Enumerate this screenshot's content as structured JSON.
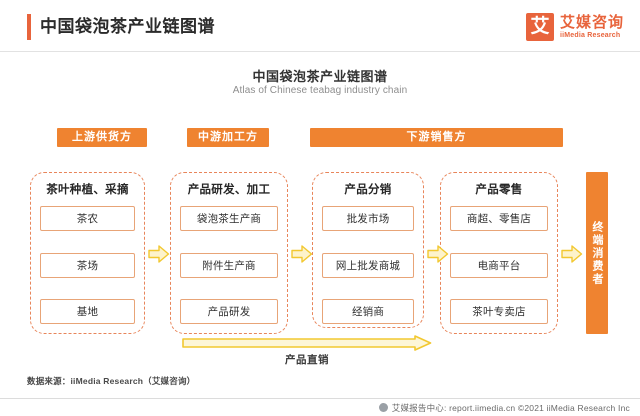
{
  "header": {
    "title": "中国袋泡茶产业链图谱",
    "logo": {
      "mark": "艾",
      "name_cn": "艾媒咨询",
      "name_en": "iiMedia Research"
    },
    "accent_color": "#e8643c"
  },
  "chart": {
    "title": "中国袋泡茶产业链图谱",
    "subtitle": "Atlas of Chinese teabag industry chain",
    "banner_color": "#ef8330",
    "group_border_color": "#e8855a",
    "arrow_color": "#f5cf4e",
    "stages": [
      {
        "label": "上游供货方"
      },
      {
        "label": "中游加工方"
      },
      {
        "label": "下游销售方"
      }
    ],
    "groups": [
      {
        "title": "茶叶种植、采摘",
        "items": [
          "茶农",
          "茶场",
          "基地"
        ]
      },
      {
        "title": "产品研发、加工",
        "items": [
          "袋泡茶生产商",
          "附件生产商",
          "产品研发"
        ]
      },
      {
        "title": "产品分销",
        "items": [
          "批发市场",
          "网上批发商城",
          "经销商"
        ]
      },
      {
        "title": "产品零售",
        "items": [
          "商超、零售店",
          "电商平台",
          "茶叶专卖店"
        ]
      }
    ],
    "direct_sales_label": "产品直销",
    "consumer_label": "终端消费者"
  },
  "footer": {
    "source": "数据来源：iiMedia Research（艾媒咨询）",
    "bar_text": "艾媒报告中心: report.iimedia.cn  ©2021  iiMedia Research Inc"
  },
  "chart_data": {
    "type": "diagram",
    "title": "中国袋泡茶产业链图谱",
    "subtitle": "Atlas of Chinese teabag industry chain",
    "stages": [
      "上游供货方",
      "中游加工方",
      "下游销售方"
    ],
    "nodes": [
      {
        "stage": "上游供货方",
        "group": "茶叶种植、采摘",
        "members": [
          "茶农",
          "茶场",
          "基地"
        ]
      },
      {
        "stage": "中游加工方",
        "group": "产品研发、加工",
        "members": [
          "袋泡茶生产商",
          "附件生产商",
          "产品研发"
        ]
      },
      {
        "stage": "下游销售方",
        "group": "产品分销",
        "members": [
          "批发市场",
          "网上批发商城",
          "经销商"
        ]
      },
      {
        "stage": "下游销售方",
        "group": "产品零售",
        "members": [
          "商超、零售店",
          "电商平台",
          "茶叶专卖店"
        ]
      }
    ],
    "terminal": "终端消费者",
    "flows": [
      {
        "from": "茶叶种植、采摘",
        "to": "产品研发、加工",
        "label": ""
      },
      {
        "from": "产品研发、加工",
        "to": "产品分销",
        "label": ""
      },
      {
        "from": "产品分销",
        "to": "产品零售",
        "label": ""
      },
      {
        "from": "产品零售",
        "to": "终端消费者",
        "label": ""
      },
      {
        "from": "产品研发、加工",
        "to": "产品零售",
        "label": "产品直销"
      }
    ]
  }
}
